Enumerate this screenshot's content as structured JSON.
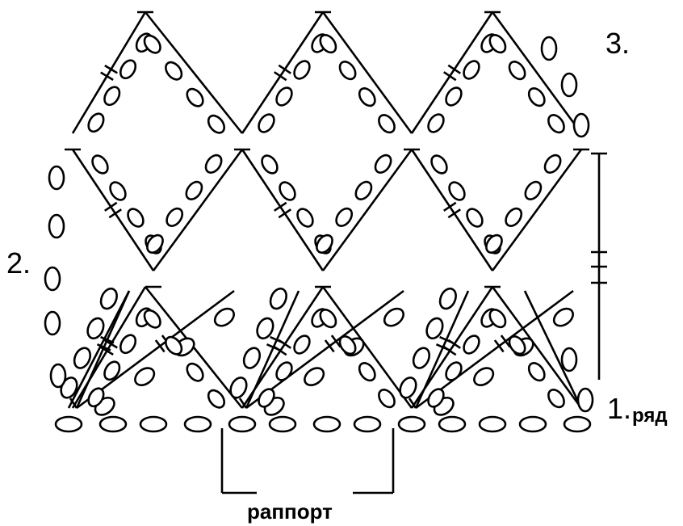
{
  "labels": {
    "row1_number": "1.",
    "row1_word": "ряд",
    "row2": "2.",
    "row3": "3.",
    "repeat": "раппорт"
  },
  "colors": {
    "ink": "#000000",
    "paper": "#ffffff"
  },
  "legend": {
    "chain_symbol": "oval",
    "double_crochet_symbol": "line-with-crossbar",
    "repeat_bracket": "bracket"
  }
}
